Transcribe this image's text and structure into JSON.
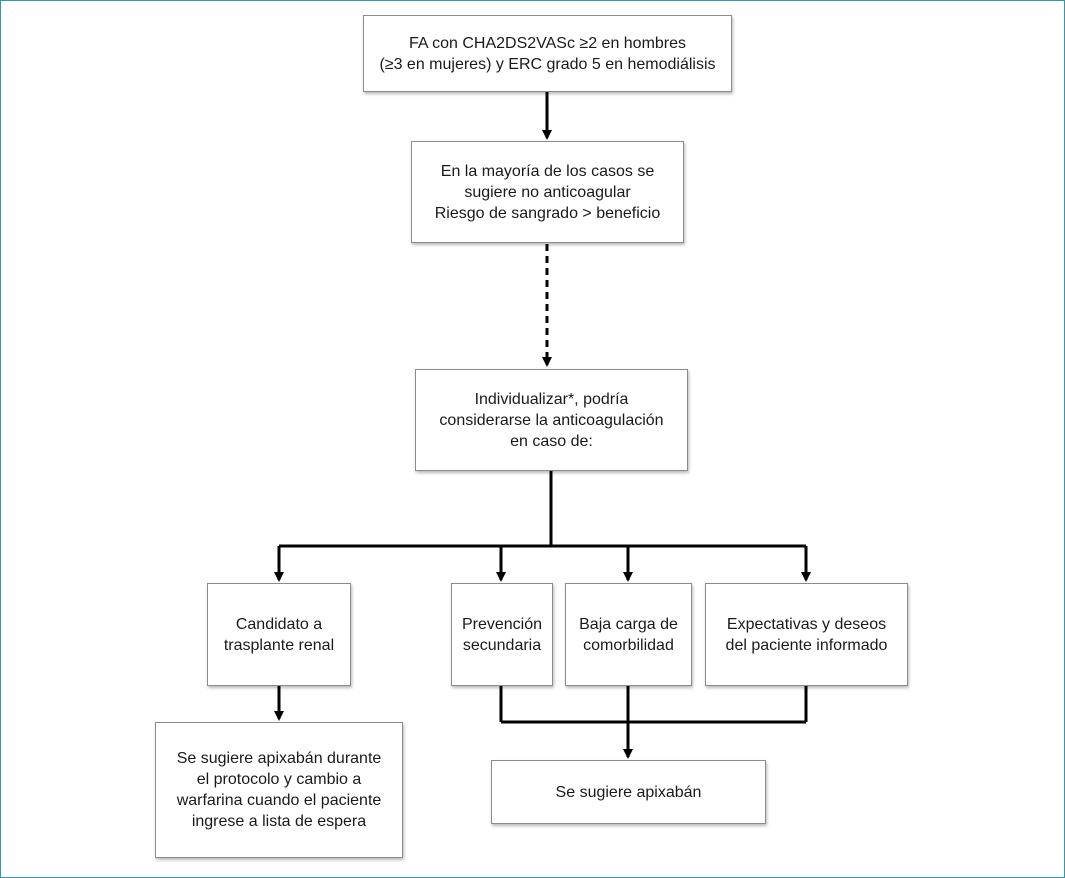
{
  "diagram": {
    "border_color": "#2e9ab0",
    "line_color": "#000000",
    "nodes": {
      "start": {
        "lines": [
          "FA con CHA2DS2VASc ≥2 en hombres",
          "(≥3 en mujeres) y ERC grado 5 en hemodiálisis"
        ]
      },
      "no_anticoag": {
        "lines": [
          "En la mayoría de los casos se",
          "sugiere no anticoagular",
          "Riesgo de sangrado > beneficio"
        ]
      },
      "individualize": {
        "lines": [
          "Individualizar*, podría",
          "considerarse la anticoagulación",
          "en caso de:"
        ]
      },
      "transplant": {
        "lines": [
          "Candidato a",
          "trasplante renal"
        ]
      },
      "secondary": {
        "lines": [
          "Prevención",
          "secundaria"
        ]
      },
      "comorbidity": {
        "lines": [
          "Baja carga de",
          "comorbilidad"
        ]
      },
      "expectations": {
        "lines": [
          "Expectativas y deseos",
          "del paciente informado"
        ]
      },
      "apixaban_protocol": {
        "lines": [
          "Se sugiere apixabán durante",
          "el protocolo y cambio a",
          "warfarina cuando el paciente",
          "ingrese a lista de espera"
        ]
      },
      "apixaban": {
        "lines": [
          "Se sugiere apixabán"
        ]
      }
    },
    "edges": [
      {
        "from": "start",
        "to": "no_anticoag",
        "style": "solid"
      },
      {
        "from": "no_anticoag",
        "to": "individualize",
        "style": "dashed"
      },
      {
        "from": "individualize",
        "to": "transplant",
        "style": "solid"
      },
      {
        "from": "individualize",
        "to": "secondary",
        "style": "solid"
      },
      {
        "from": "individualize",
        "to": "comorbidity",
        "style": "solid"
      },
      {
        "from": "individualize",
        "to": "expectations",
        "style": "solid"
      },
      {
        "from": "transplant",
        "to": "apixaban_protocol",
        "style": "solid"
      },
      {
        "from": "secondary",
        "to": "apixaban",
        "style": "solid"
      },
      {
        "from": "comorbidity",
        "to": "apixaban",
        "style": "solid"
      },
      {
        "from": "expectations",
        "to": "apixaban",
        "style": "solid"
      }
    ]
  }
}
